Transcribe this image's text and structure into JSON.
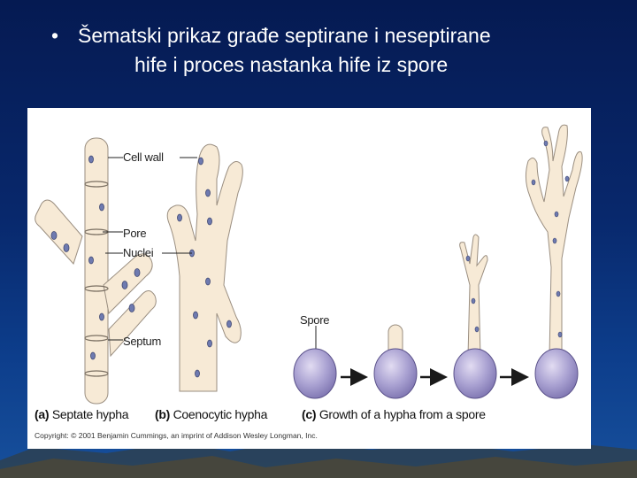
{
  "slide": {
    "bullet": "•",
    "title_line1": "Šematski prikaz građe septirane i neseptirane",
    "title_line2": "hife i proces nastanka hife iz  spore"
  },
  "figure": {
    "labels": {
      "cell_wall": "Cell wall",
      "pore": "Pore",
      "nuclei": "Nuclei",
      "septum": "Septum",
      "spore": "Spore"
    },
    "captions": {
      "a_letter": "(a)",
      "a_text": "Septate hypha",
      "b_letter": "(b)",
      "b_text": "Coenocytic hypha",
      "c_letter": "(c)",
      "c_text": "Growth of a hypha from a spore"
    },
    "copyright": "Copyright: © 2001 Benjamin Cummings, an imprint of Addison Wesley Longman, Inc."
  },
  "colors": {
    "background_top": "#051a52",
    "background_bottom": "#17509c",
    "hypha_fill": "#f7ead6",
    "nucleus_fill": "#6e7ab0",
    "spore_fill": "#aaa2d2",
    "arrow": "#1a1a1a"
  }
}
